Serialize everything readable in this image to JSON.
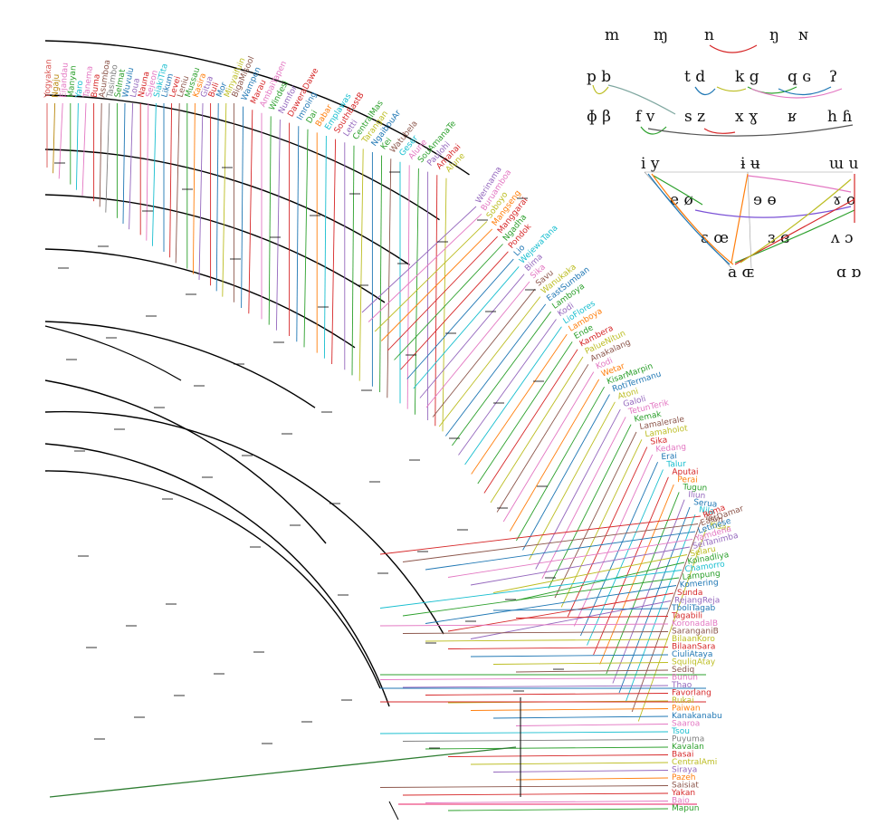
{
  "consonants": {
    "nasals": [
      "m",
      "ɱ",
      "n",
      "ŋ",
      "ɴ"
    ],
    "stops": [
      "p b",
      "t d",
      "k g",
      "q ɢ",
      "ʔ"
    ],
    "fricatives": [
      "ɸ β",
      "f v",
      "s z",
      "x ɣ",
      "ʁ",
      "h ɦ"
    ]
  },
  "vowels": {
    "close": [
      "i y",
      "ɨ ʉ",
      "ɯ u"
    ],
    "close_mid": [
      "e ø",
      "ɘ ɵ",
      "ɤ o"
    ],
    "open_mid": [
      "ɛ œ",
      "ɜ ɞ",
      "ʌ ɔ"
    ],
    "open": [
      "a ɶ",
      "ɑ ɒ"
    ]
  },
  "top_leaves": [
    {
      "label": "Yogyakan",
      "color": "#d9534f"
    },
    {
      "label": "Ngaju",
      "color": "#b8860b"
    },
    {
      "label": "Eijandau",
      "color": "#e377c2"
    },
    {
      "label": "Manyan",
      "color": "#2ca02c"
    },
    {
      "label": "Yaro",
      "color": "#17becf"
    },
    {
      "label": "Tanema",
      "color": "#e377c2"
    },
    {
      "label": "Buma",
      "color": "#d62728"
    },
    {
      "label": "Asumboa",
      "color": "#8c564b"
    },
    {
      "label": "Tasimbo",
      "color": "#7f7f7f"
    },
    {
      "label": "Selmat",
      "color": "#2ca02c"
    },
    {
      "label": "Wuvulu",
      "color": "#1f77b4"
    },
    {
      "label": "Loua",
      "color": "#9467bd"
    },
    {
      "label": "Nauna",
      "color": "#d62728"
    },
    {
      "label": "Sejeon",
      "color": "#e377c2"
    },
    {
      "label": "SiakiTita",
      "color": "#17becf"
    },
    {
      "label": "Likum",
      "color": "#1f77b4"
    },
    {
      "label": "Levei",
      "color": "#d62728"
    },
    {
      "label": "Leniu",
      "color": "#8c564b"
    },
    {
      "label": "Mussau",
      "color": "#2ca02c"
    },
    {
      "label": "Kasira",
      "color": "#ff7f0e"
    },
    {
      "label": "Gitua",
      "color": "#9467bd"
    },
    {
      "label": "Buli",
      "color": "#d62728"
    },
    {
      "label": "Mor",
      "color": "#1f77b4"
    },
    {
      "label": "Minyaifuin",
      "color": "#bcbd22"
    },
    {
      "label": "BigaMisool",
      "color": "#8c564b"
    },
    {
      "label": "Wampen",
      "color": "#1f77b4"
    },
    {
      "label": "Marau",
      "color": "#d62728"
    },
    {
      "label": "AmbaiYapen",
      "color": "#e377c2"
    },
    {
      "label": "Windesi",
      "color": "#2ca02c"
    },
    {
      "label": "Numfor",
      "color": "#9467bd"
    },
    {
      "label": "DaweraDawe",
      "color": "#d62728"
    },
    {
      "label": "Imroing",
      "color": "#1f77b4"
    },
    {
      "label": "Dai",
      "color": "#2ca02c"
    },
    {
      "label": "Babar",
      "color": "#ff7f0e"
    },
    {
      "label": "Emplawas",
      "color": "#17becf"
    },
    {
      "label": "SouthEastB",
      "color": "#d62728"
    },
    {
      "label": "Letti",
      "color": "#9467bd"
    },
    {
      "label": "CentralMas",
      "color": "#2ca02c"
    },
    {
      "label": "Tarangan",
      "color": "#bcbd22"
    },
    {
      "label": "NgaibouAr",
      "color": "#1f77b4"
    },
    {
      "label": "Kei",
      "color": "#2ca02c"
    },
    {
      "label": "Watubela",
      "color": "#8c564b"
    },
    {
      "label": "Geser",
      "color": "#17becf"
    },
    {
      "label": "Alune",
      "color": "#e377c2"
    },
    {
      "label": "SouAmanaTe",
      "color": "#2ca02c"
    },
    {
      "label": "Paulohi",
      "color": "#9467bd"
    },
    {
      "label": "Amahai",
      "color": "#d62728"
    },
    {
      "label": "Alune",
      "color": "#bcbd22"
    }
  ],
  "diagonal_leaves": [
    {
      "label": "Werinama",
      "color": "#9467bd"
    },
    {
      "label": "Buruamboa",
      "color": "#e377c2"
    },
    {
      "label": "Soboyo",
      "color": "#bcbd22"
    },
    {
      "label": "Mangseng",
      "color": "#ff7f0e"
    },
    {
      "label": "Manggarai",
      "color": "#d62728"
    },
    {
      "label": "Ngadha",
      "color": "#2ca02c"
    },
    {
      "label": "Pondok",
      "color": "#d62728"
    },
    {
      "label": "Lio",
      "color": "#1f77b4"
    },
    {
      "label": "WejewaTana",
      "color": "#17becf"
    },
    {
      "label": "Bima",
      "color": "#9467bd"
    },
    {
      "label": "Sika",
      "color": "#e377c2"
    },
    {
      "label": "Savu",
      "color": "#8c564b"
    },
    {
      "label": "Wanukaka",
      "color": "#bcbd22"
    },
    {
      "label": "EastSumban",
      "color": "#1f77b4"
    },
    {
      "label": "Lamboya",
      "color": "#2ca02c"
    },
    {
      "label": "Kodi",
      "color": "#9467bd"
    },
    {
      "label": "LioFlores",
      "color": "#17becf"
    },
    {
      "label": "Lamboya",
      "color": "#ff7f0e"
    },
    {
      "label": "Ende",
      "color": "#2ca02c"
    },
    {
      "label": "Kambera",
      "color": "#d62728"
    },
    {
      "label": "PalueNitun",
      "color": "#bcbd22"
    },
    {
      "label": "Anakalang",
      "color": "#8c564b"
    },
    {
      "label": "Kodi",
      "color": "#e377c2"
    },
    {
      "label": "Wetar",
      "color": "#ff7f0e"
    },
    {
      "label": "KisarMarpin",
      "color": "#2ca02c"
    },
    {
      "label": "RotiTermanu",
      "color": "#1f77b4"
    },
    {
      "label": "Atoni",
      "color": "#bcbd22"
    },
    {
      "label": "Galoli",
      "color": "#9467bd"
    },
    {
      "label": "TetunTerik",
      "color": "#e377c2"
    },
    {
      "label": "Kemak",
      "color": "#2ca02c"
    },
    {
      "label": "Lamalerale",
      "color": "#8c564b"
    },
    {
      "label": "Lamaholot",
      "color": "#bcbd22"
    },
    {
      "label": "Sika",
      "color": "#d62728"
    },
    {
      "label": "Kedang",
      "color": "#e377c2"
    },
    {
      "label": "Erai",
      "color": "#1f77b4"
    },
    {
      "label": "Talur",
      "color": "#17becf"
    },
    {
      "label": "Aputai",
      "color": "#d62728"
    },
    {
      "label": "Perai",
      "color": "#ff7f0e"
    },
    {
      "label": "Tugun",
      "color": "#2ca02c"
    },
    {
      "label": "Iliun",
      "color": "#9467bd"
    },
    {
      "label": "Serua",
      "color": "#1f77b4"
    },
    {
      "label": "Nila",
      "color": "#17becf"
    },
    {
      "label": "Teun",
      "color": "#8c564b"
    },
    {
      "label": "Kisar",
      "color": "#bcbd22"
    }
  ],
  "lower_leaves": [
    {
      "label": "Roma",
      "color": "#d62728"
    },
    {
      "label": "EastDamar",
      "color": "#8c564b"
    },
    {
      "label": "Letinese",
      "color": "#1f77b4"
    },
    {
      "label": "Yamdena",
      "color": "#e377c2"
    },
    {
      "label": "SelTanimba",
      "color": "#9467bd"
    },
    {
      "label": "Selaru",
      "color": "#bcbd22"
    },
    {
      "label": "Kolnadliya",
      "color": "#2ca02c"
    },
    {
      "label": "Chamorro",
      "color": "#17becf"
    },
    {
      "label": "Lampung",
      "color": "#2ca02c"
    },
    {
      "label": "Komering",
      "color": "#1f77b4"
    },
    {
      "label": "Sunda",
      "color": "#d62728"
    },
    {
      "label": "RejangReja",
      "color": "#9467bd"
    },
    {
      "label": "TboliTagab",
      "color": "#1f77b4"
    },
    {
      "label": "Tagabili",
      "color": "#d62728"
    },
    {
      "label": "KoronadalB",
      "color": "#e377c2"
    },
    {
      "label": "SaranganiB",
      "color": "#8c564b"
    },
    {
      "label": "BilaanKoro",
      "color": "#bcbd22"
    },
    {
      "label": "BilaanSara",
      "color": "#d62728"
    },
    {
      "label": "CiuliAtaya",
      "color": "#1f77b4"
    },
    {
      "label": "SquliqAtay",
      "color": "#bcbd22"
    },
    {
      "label": "Sediq",
      "color": "#8c564b"
    },
    {
      "label": "Bunun",
      "color": "#e377c2"
    },
    {
      "label": "Thao",
      "color": "#9467bd"
    },
    {
      "label": "Favorlang",
      "color": "#d62728"
    },
    {
      "label": "Rukai",
      "color": "#bcbd22"
    },
    {
      "label": "Paiwan",
      "color": "#ff7f0e"
    },
    {
      "label": "Kanakanabu",
      "color": "#1f77b4"
    },
    {
      "label": "Saaroa",
      "color": "#e377c2"
    },
    {
      "label": "Tsou",
      "color": "#17becf"
    },
    {
      "label": "Puyuma",
      "color": "#7f7f7f"
    },
    {
      "label": "Kavalan",
      "color": "#2ca02c"
    },
    {
      "label": "Basai",
      "color": "#d62728"
    },
    {
      "label": "CentralAmi",
      "color": "#bcbd22"
    },
    {
      "label": "Siraya",
      "color": "#9467bd"
    },
    {
      "label": "Pazeh",
      "color": "#ff7f0e"
    },
    {
      "label": "Saisiat",
      "color": "#8c564b"
    },
    {
      "label": "Yakan",
      "color": "#d62728"
    },
    {
      "label": "Bajo",
      "color": "#e377c2"
    },
    {
      "label": "Mapun",
      "color": "#2ca02c"
    }
  ]
}
